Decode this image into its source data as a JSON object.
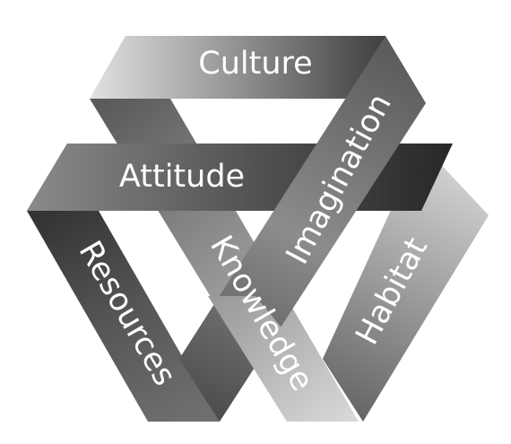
{
  "bands": [
    {
      "key": "culture",
      "label": "Culture"
    },
    {
      "key": "imagination",
      "label": "Imagination"
    },
    {
      "key": "attitude",
      "label": "Attitude"
    },
    {
      "key": "habitat",
      "label": "Habitat"
    },
    {
      "key": "resources",
      "label": "Resources"
    },
    {
      "key": "knowledge",
      "label": "Knowledge"
    }
  ],
  "colors": {
    "background": "#ffffff",
    "band_dark": "#2f2f2f",
    "band_mid": "#7a7a7a",
    "band_light": "#dcdcdc",
    "text": "#ffffff"
  }
}
